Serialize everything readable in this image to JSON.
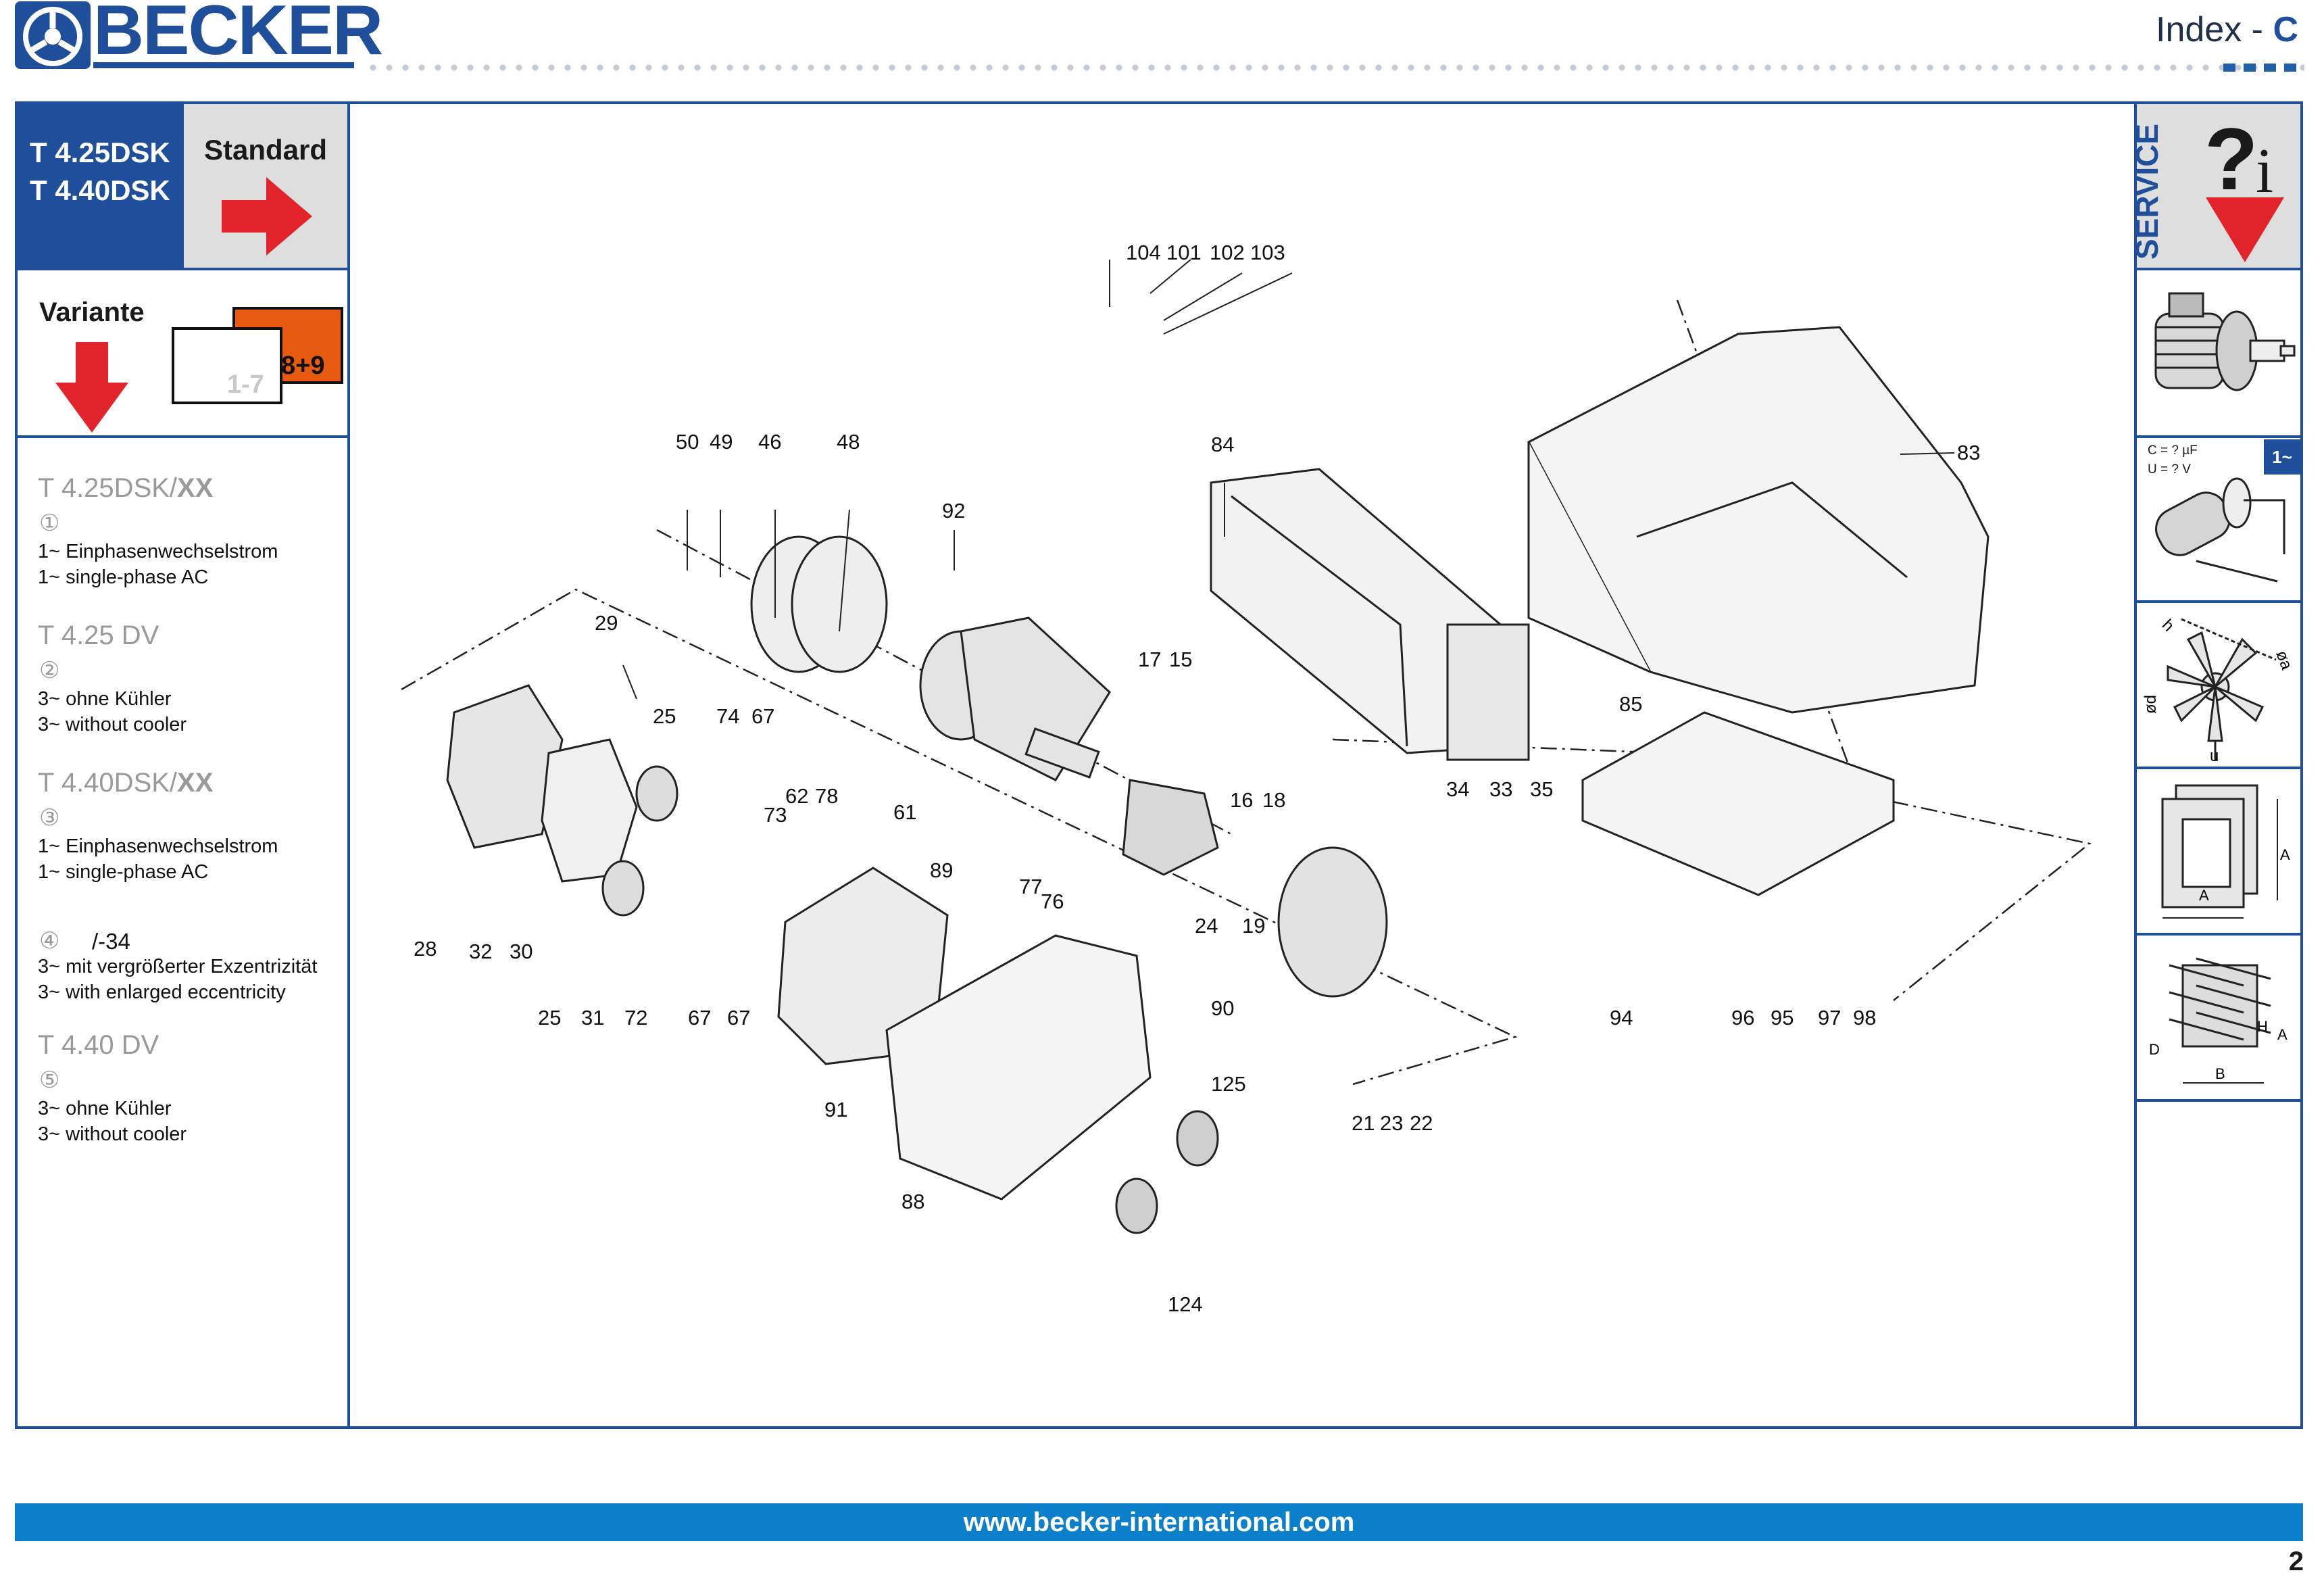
{
  "header": {
    "brand": "BECKER",
    "index_label": "Index - ",
    "index_letter": "C"
  },
  "model": {
    "line1": "T 4.25DSK",
    "line2": "T 4.40DSK",
    "standard_label": "Standard"
  },
  "variant": {
    "label": "Variante",
    "card_front": "1-7",
    "card_back": "8+9",
    "items": [
      {
        "title_main": "T 4.25DSK/",
        "title_bold": "XX",
        "marker": "①",
        "line1": "1~ Einphasenwechselstrom",
        "line2": "1~ single-phase AC"
      },
      {
        "title_main": "T 4.25 DV",
        "title_bold": "",
        "marker": "②",
        "line1": "3~ ohne Kühler",
        "line2": "3~ without cooler"
      },
      {
        "title_main": "T 4.40DSK/",
        "title_bold": "XX",
        "marker": "③",
        "line1": "1~ Einphasenwechselstrom",
        "line2": "1~ single-phase AC"
      },
      {
        "title_main": "/-34",
        "title_bold": "",
        "marker": "④",
        "line1": "3~  mit vergrößerter Exzentrizität",
        "line2": "3~ with enlarged eccentricity"
      },
      {
        "title_main": "T 4.40 DV",
        "title_bold": "",
        "marker": "⑤",
        "line1": "3~ ohne Kühler",
        "line2": "3~ without cooler"
      }
    ]
  },
  "service": {
    "label": "SERVICE",
    "capacitor_c": "C = ? µF",
    "capacitor_u": "U = ? V",
    "phase_badge": "1~",
    "fan_labels": [
      "h",
      "øa",
      "ød",
      "u"
    ],
    "flange_labels": [
      "A",
      "A"
    ],
    "terminal_labels": [
      "D",
      "H",
      "A",
      "B"
    ]
  },
  "diagram": {
    "part_numbers": [
      "104",
      "101",
      "102",
      "103",
      "83",
      "84",
      "50",
      "49",
      "46",
      "48",
      "92",
      "29",
      "17",
      "15",
      "85",
      "25",
      "74",
      "67",
      "62",
      "78",
      "73",
      "61",
      "16",
      "18",
      "34",
      "33",
      "35",
      "28",
      "32",
      "30",
      "89",
      "77",
      "76",
      "24",
      "19",
      "94",
      "96",
      "95",
      "97",
      "98",
      "25",
      "31",
      "72",
      "67",
      "67",
      "90",
      "91",
      "125",
      "21",
      "23",
      "22",
      "88",
      "124"
    ]
  },
  "footer": {
    "url": "www.becker-international.com",
    "page": "2"
  },
  "colors": {
    "brand_blue": "#1f4e9a",
    "footer_blue": "#0b7fc9",
    "arrow_red": "#e3232c",
    "card_orange": "#e85a12"
  }
}
